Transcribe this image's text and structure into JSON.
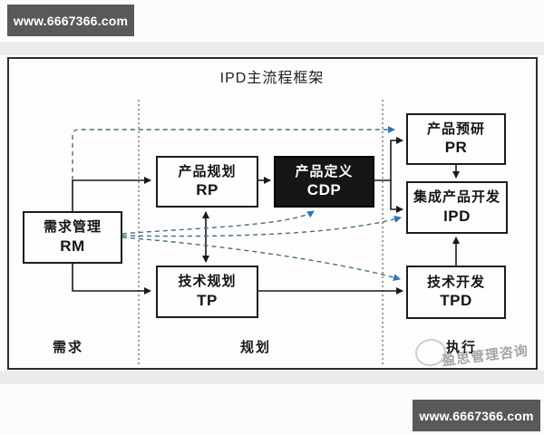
{
  "badges": {
    "top": "www.6667366.com",
    "bottom": "www.6667366.com"
  },
  "diagram": {
    "title": "IPD主流程框架",
    "nodes": {
      "rm": {
        "zh": "需求管理",
        "en": "RM"
      },
      "rp": {
        "zh": "产品规划",
        "en": "RP"
      },
      "cdp": {
        "zh": "产品定义",
        "en": "CDP"
      },
      "tp": {
        "zh": "技术规划",
        "en": "TP"
      },
      "pr": {
        "zh": "产品预研",
        "en": "PR"
      },
      "ipd": {
        "zh": "集成产品开发",
        "en": "IPD"
      },
      "tpd": {
        "zh": "技术开发",
        "en": "TPD"
      }
    },
    "sections": {
      "left": "需求",
      "middle": "规划",
      "right": "执行"
    },
    "watermark": "盈思管理咨询",
    "colors": {
      "solid_line": "#1a1a1a",
      "dashed_line": "#46707f",
      "arrow_blue": "#2e74b5",
      "dark_node_bg": "#161616",
      "badge_bg": "#58595b"
    }
  }
}
